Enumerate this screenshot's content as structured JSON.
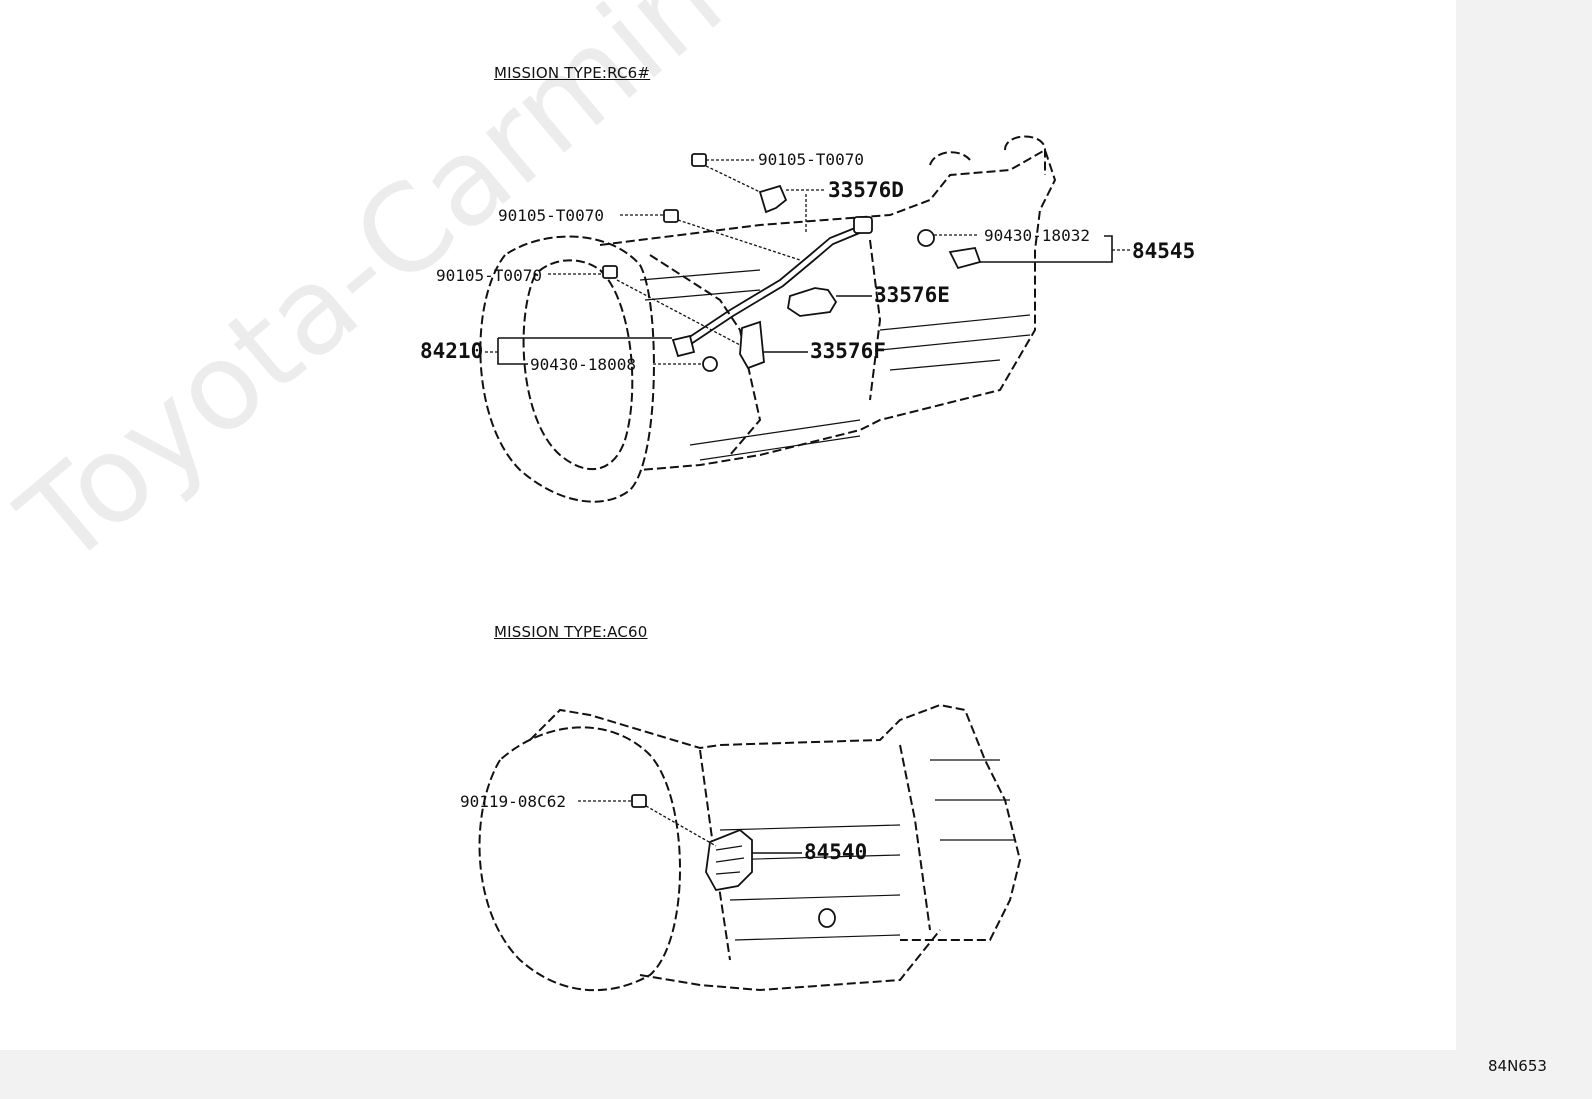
{
  "watermark": "Toyota-Carmine.ru",
  "figure_code": "84N653",
  "sections": [
    {
      "title": "MISSION TYPE:RC6#",
      "callouts": {
        "c_90105_top": "90105-T0070",
        "c_33576D": "33576D",
        "c_90105_mid": "90105-T0070",
        "c_90105_low": "90105-T0070",
        "c_90430_18032": "90430-18032",
        "c_84545": "84545",
        "c_33576E": "33576E",
        "c_84210": "84210",
        "c_33576F": "33576F",
        "c_90430_18008": "90430-18008"
      }
    },
    {
      "title": "MISSION TYPE:AC60",
      "callouts": {
        "c_90119": "90119-08C62",
        "c_84540": "84540"
      }
    }
  ]
}
